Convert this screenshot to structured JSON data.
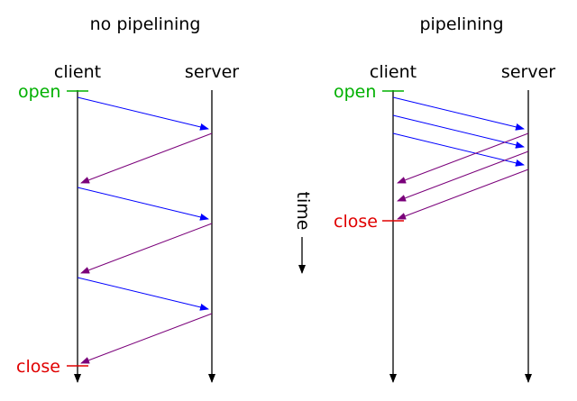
{
  "left_panel": {
    "title": "no pipelining",
    "client_label": "client",
    "server_label": "server",
    "open_label": "open",
    "close_label": "close"
  },
  "right_panel": {
    "title": "pipelining",
    "client_label": "client",
    "server_label": "server",
    "open_label": "open",
    "close_label": "close"
  },
  "time_label": "time",
  "colors": {
    "timeline": "#000000",
    "request": "#0000ff",
    "response": "#7a007a",
    "open": "#00b000",
    "close": "#e00000"
  }
}
